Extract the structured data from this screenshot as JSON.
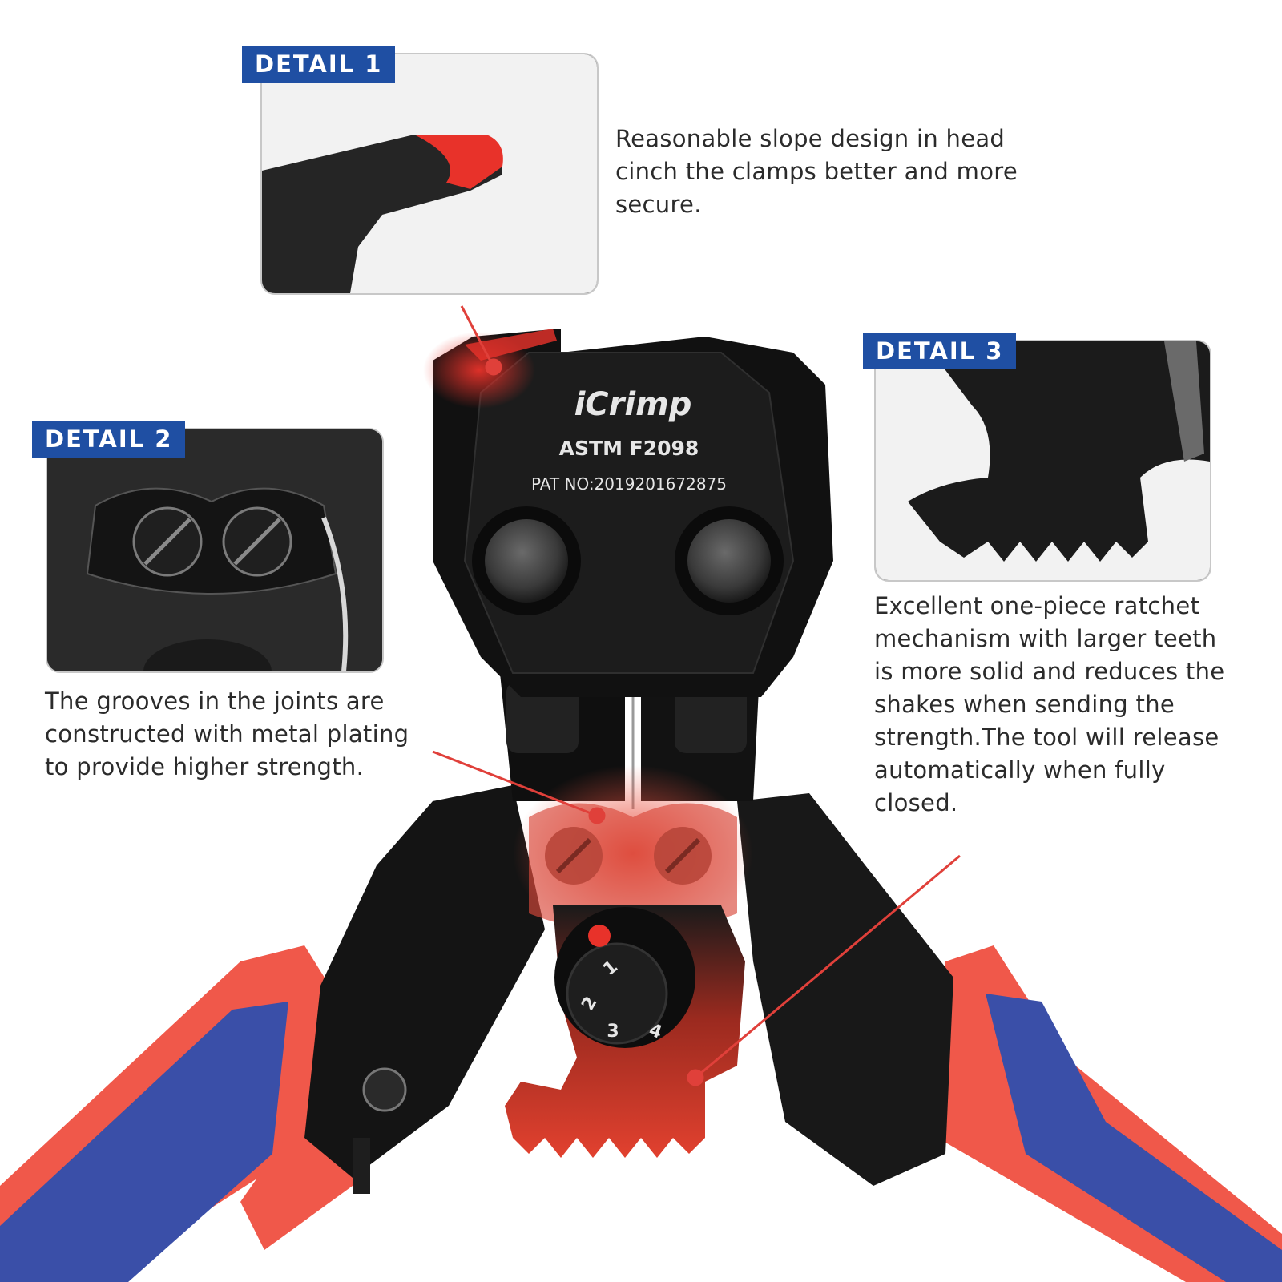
{
  "details": [
    {
      "tab": "DETAIL 1",
      "description": "Reasonable slope design in head\ncinch the clamps better and more\nsecure."
    },
    {
      "tab": "DETAIL 2",
      "description": "The grooves in the joints are\nconstructed with metal plating\nto provide higher strength."
    },
    {
      "tab": "DETAIL 3",
      "description": "Excellent one-piece ratchet\nmechanism with larger teeth\nis more solid and reduces the\nshakes when sending the\nstrength.The tool will release\nautomatically when fully\nclosed."
    }
  ],
  "tool": {
    "brand": "iCrimp",
    "standard": "ASTM F2098",
    "patent": "PAT NO:2019201672875",
    "dial_numbers": [
      "1",
      "2",
      "3",
      "4"
    ]
  },
  "colors": {
    "tab_blue": "#1f4fa3",
    "handle_blue": "#3a4fa8",
    "handle_red": "#f0584a",
    "highlight_red": "#e8322a",
    "body_black": "#141414"
  },
  "icons": [
    "crimper-tool-photo",
    "callout-line-icon",
    "screw-icon",
    "adjustment-dial-icon"
  ]
}
